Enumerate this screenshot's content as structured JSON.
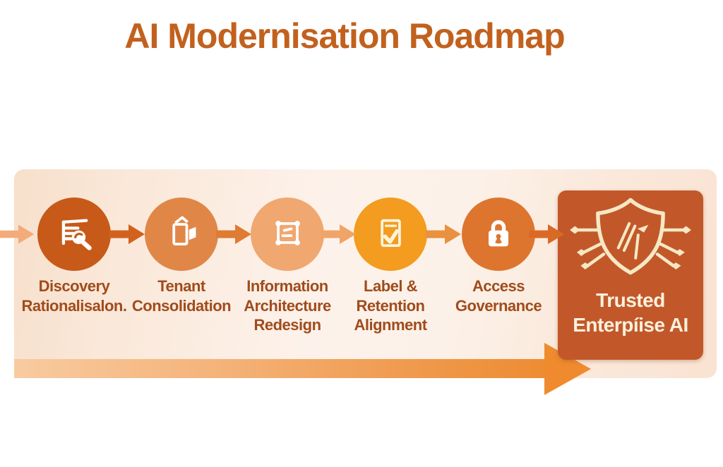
{
  "title": "AI Modernisation Roadmap",
  "colors": {
    "title_text": "#C2611E",
    "label_text": "#A04C1C",
    "band_left": "#F7DFCB",
    "band_middle": "#FDF2EB",
    "band_right": "#F9E3D3",
    "timeline_arrow_start": "#F8CBA0",
    "timeline_arrow_end": "#EE8C33",
    "result_text": "#FAF1DE"
  },
  "roadmap": {
    "steps": [
      {
        "label": "Discovery\nRationalisalon.",
        "icon": "document-search-icon",
        "color": "#C75A18"
      },
      {
        "label": "Tenant\nConsolidation",
        "icon": "document-consolidation-icon",
        "color": "#E08748"
      },
      {
        "label": "Information\nArchitecture\nRedesign",
        "icon": "architecture-frame-icon",
        "color": "#F0A770"
      },
      {
        "label": "Label &\nRetention\nAlignment",
        "icon": "checklist-check-icon",
        "color": "#F39C1F"
      },
      {
        "label": "Access\nGovernance",
        "icon": "padlock-icon",
        "color": "#DE752F"
      }
    ],
    "connectors": [
      {
        "name": "incoming-arrow",
        "color": "#F2AB79"
      },
      {
        "name": "arrow-step1-step2",
        "color": "#D2611E"
      },
      {
        "name": "arrow-step2-step3",
        "color": "#DF7B33"
      },
      {
        "name": "arrow-step3-step4",
        "color": "#EFA567"
      },
      {
        "name": "arrow-step4-step5",
        "color": "#E8913F"
      },
      {
        "name": "arrow-step5-result",
        "color": "#D96A25"
      }
    ],
    "result": {
      "label": "Trusted\nEnterpíise AI",
      "icon": "shield-circuit-icon",
      "color": "#C2582A"
    }
  }
}
